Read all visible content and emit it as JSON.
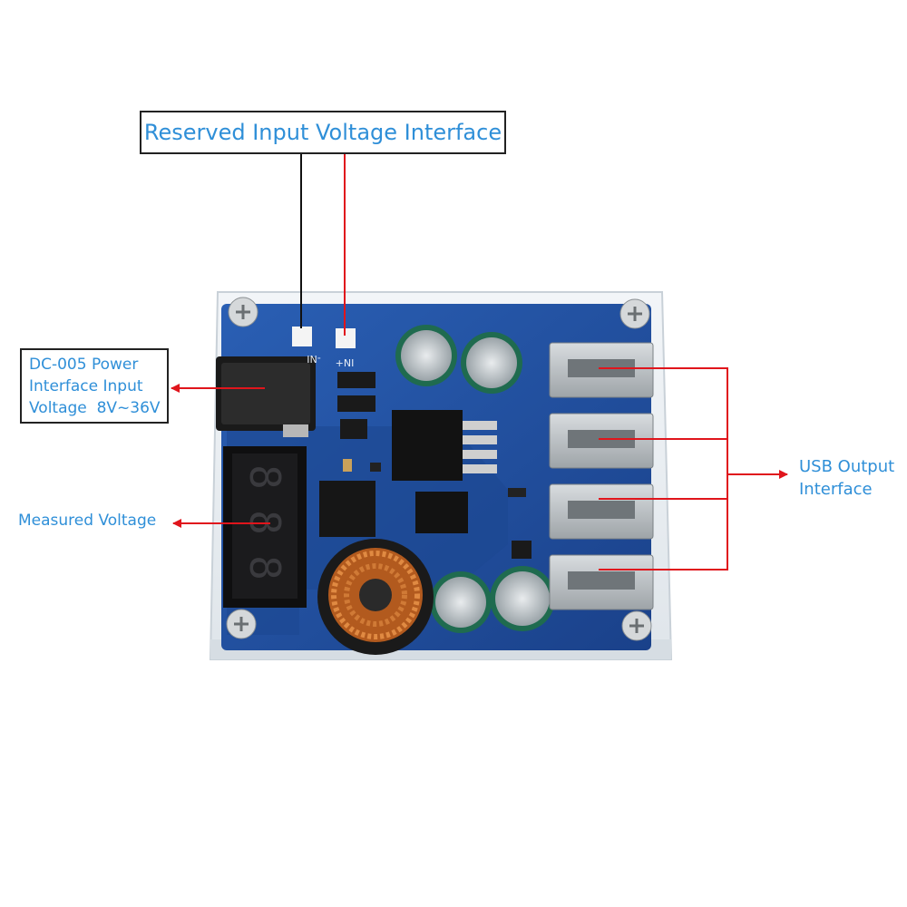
{
  "labels": {
    "reserved_input": "Reserved Input Voltage Interface",
    "dc_power": [
      "DC-005 Power",
      "Interface Input",
      "Voltage  8V~36V"
    ],
    "measured_voltage": "Measured Voltage",
    "usb_output": [
      "USB Output",
      "Interface"
    ]
  },
  "board_markings": {
    "neg_pad": "-NI",
    "pos_pad": "+NI",
    "display_digits": [
      "8",
      "8",
      "8"
    ]
  },
  "colors": {
    "label_text": "#2f8fd8",
    "pointer_red": "#e0151c",
    "pointer_black": "#111111",
    "pcb": "#1f4fa0",
    "acrylic": "#e9eef3"
  }
}
